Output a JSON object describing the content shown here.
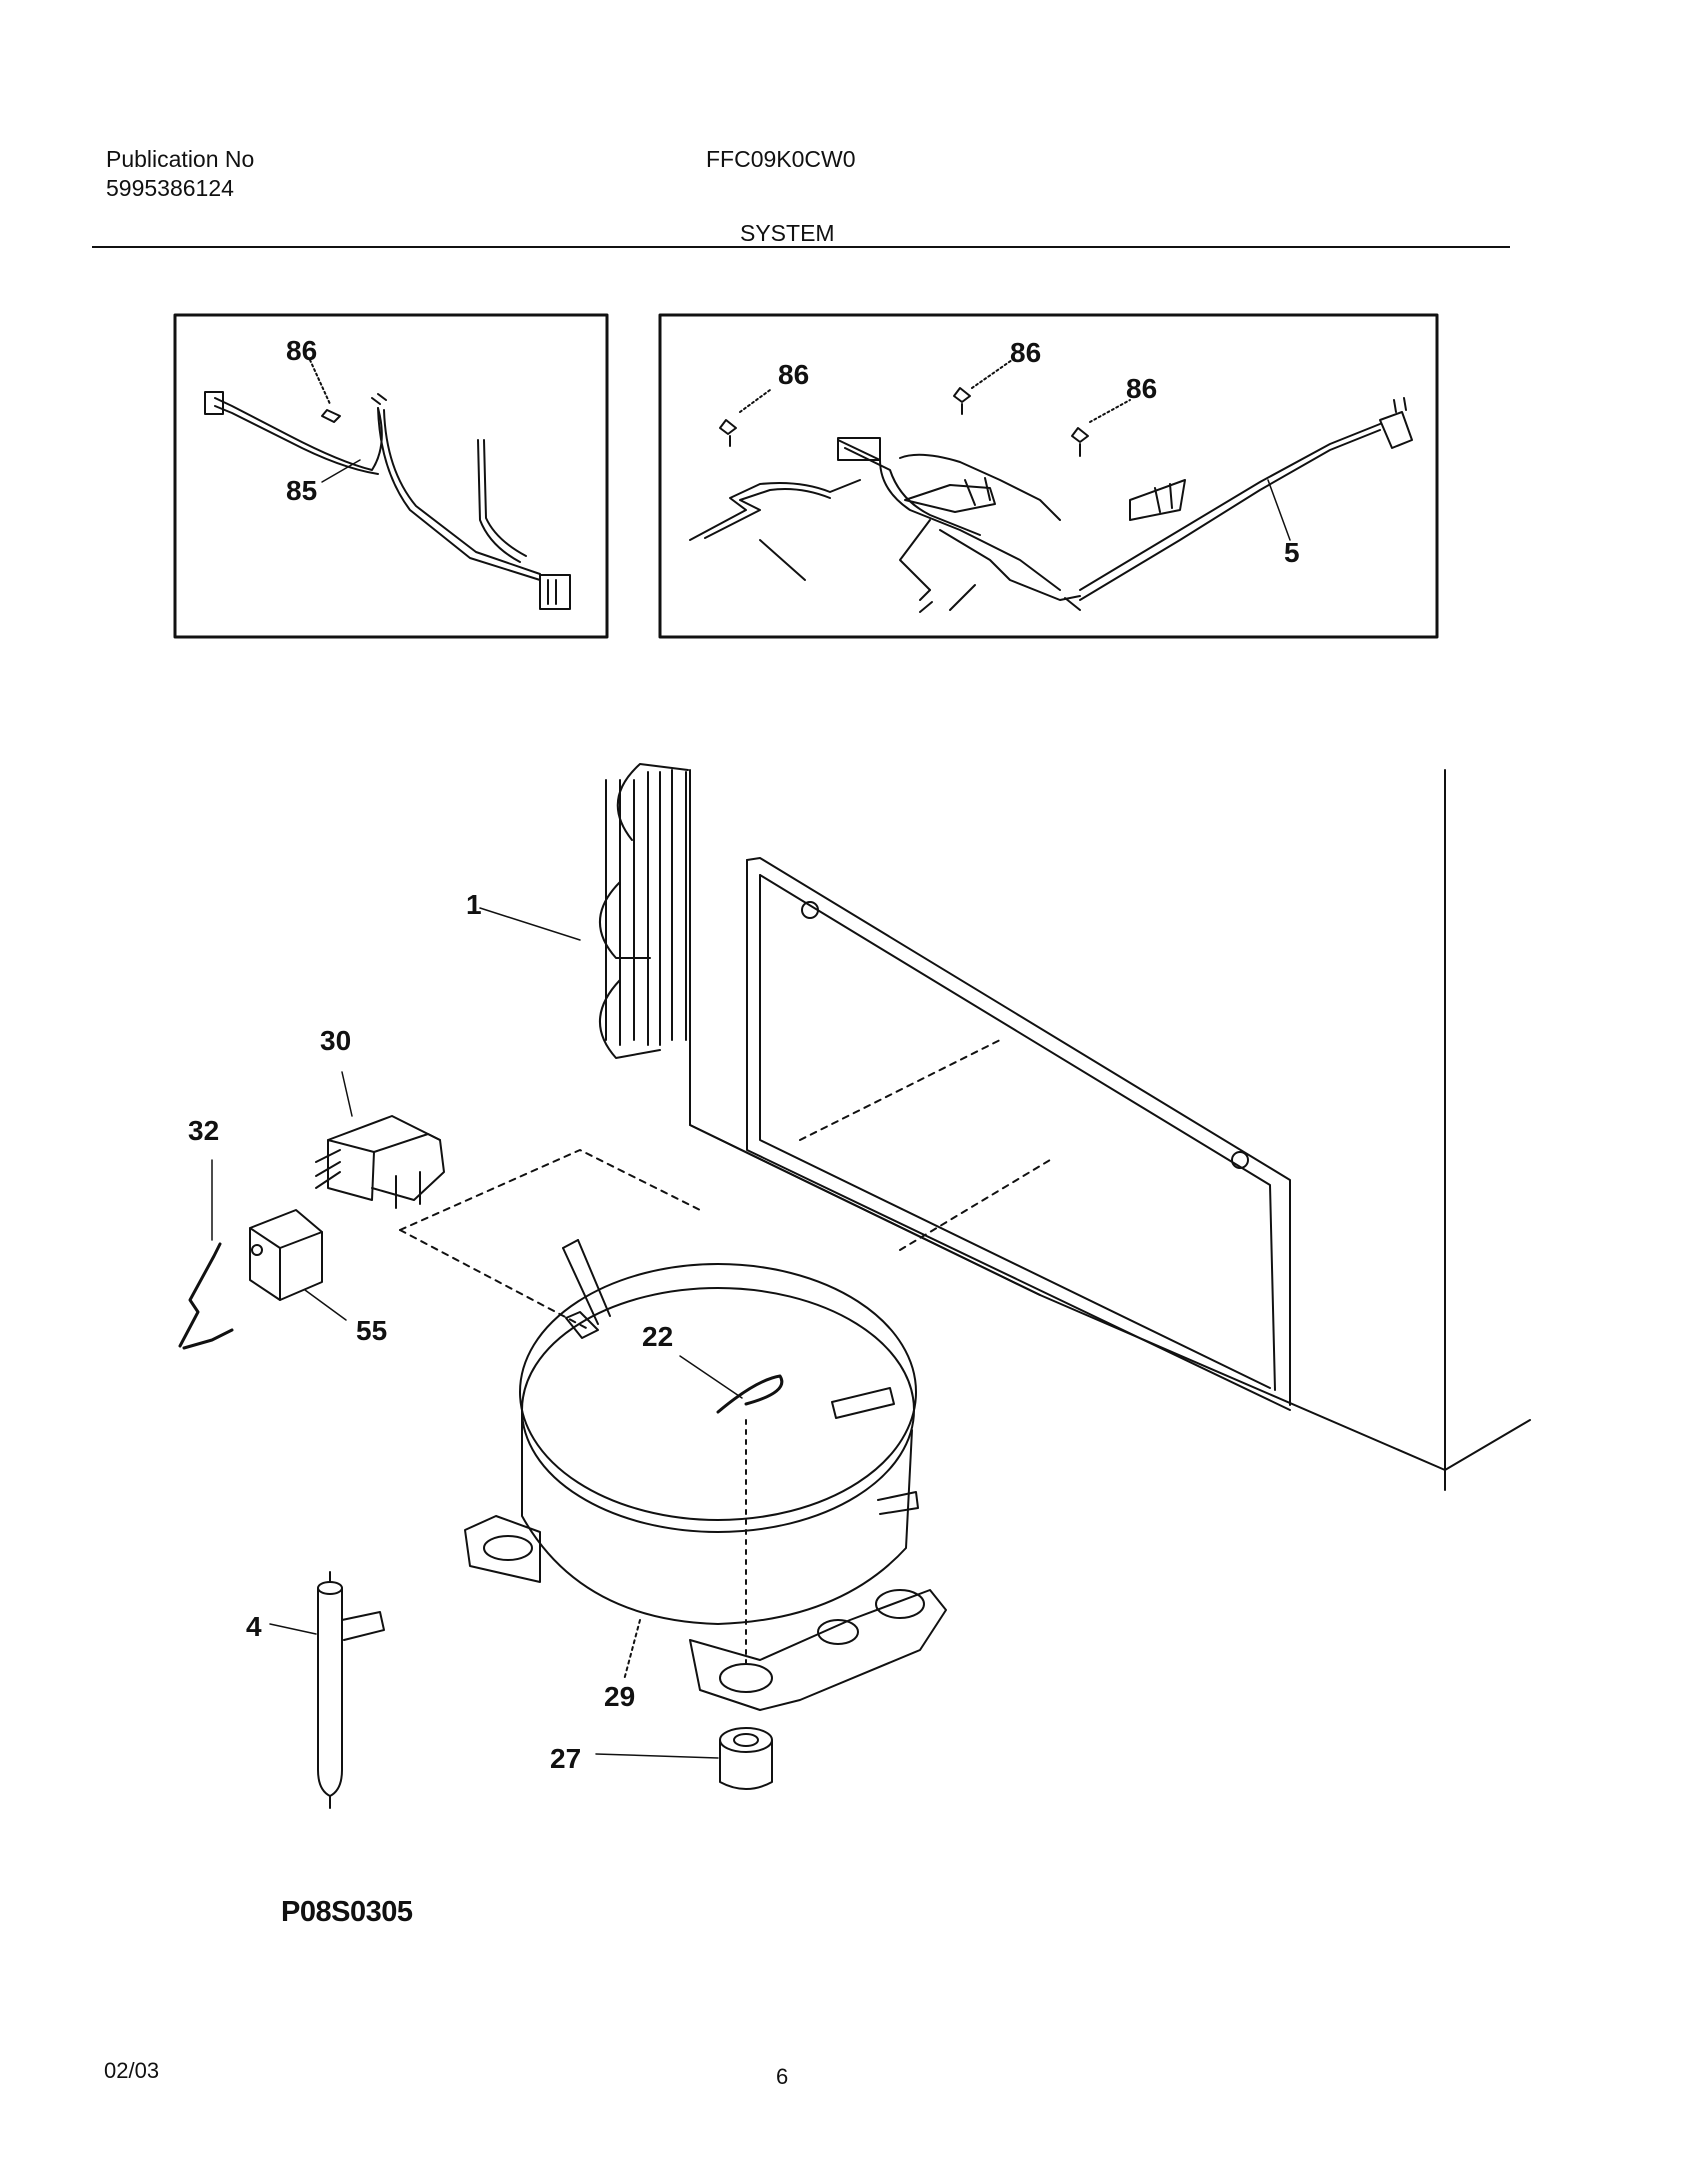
{
  "header": {
    "publication_label": "Publication No",
    "publication_number": "5995386124",
    "model": "FFC09K0CW0",
    "section": "SYSTEM"
  },
  "callouts": {
    "c86a": "86",
    "c85": "85",
    "c86b": "86",
    "c86c": "86",
    "c86d": "86",
    "c5": "5",
    "c1": "1",
    "c30": "30",
    "c32": "32",
    "c55": "55",
    "c22": "22",
    "c4": "4",
    "c29": "29",
    "c27": "27"
  },
  "figure_code": "P08S0305",
  "footer": {
    "date": "02/03",
    "page": "6"
  }
}
